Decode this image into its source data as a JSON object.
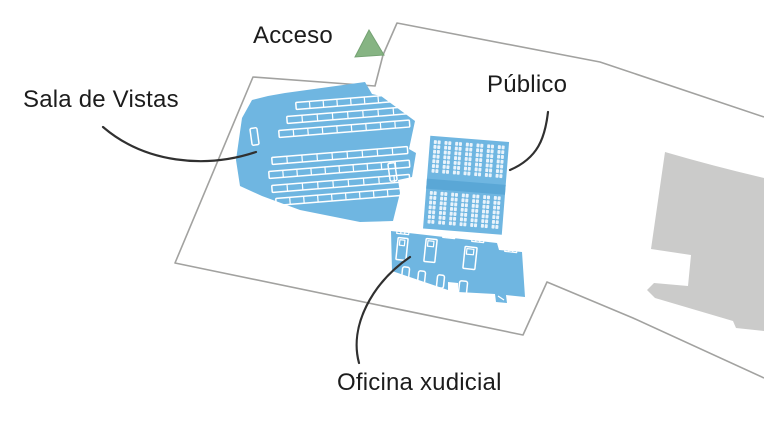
{
  "diagram": {
    "type": "floor-plan",
    "labels": {
      "acceso": "Acceso",
      "sala_de_vistas": "Sala de Vistas",
      "publico": "Público",
      "oficina_xudicial": "Oficina xudicial"
    },
    "furniture": {
      "sala_desk_rows": 7,
      "publico": {
        "banks": 2,
        "strips_per_bank": 7,
        "seat_rows_per_strip": 7,
        "seat_cols_per_strip": 2
      },
      "oficina": {
        "large_desks": 3,
        "small_desks": 4,
        "door_tabs": 4
      }
    },
    "colors": {
      "background": "#ffffff",
      "room_blue": "#6fb6e1",
      "aisle_blue": "#5aa7d6",
      "furniture_white": "#ffffff",
      "seat_white": "#e9f3fb",
      "access_green": "#86b483",
      "access_green_edge": "#74a273",
      "building_gray": "#cbcbca",
      "wall_outline": "#a2a2a0",
      "leader_line": "#303030",
      "label_text": "#1c1c1c"
    }
  }
}
